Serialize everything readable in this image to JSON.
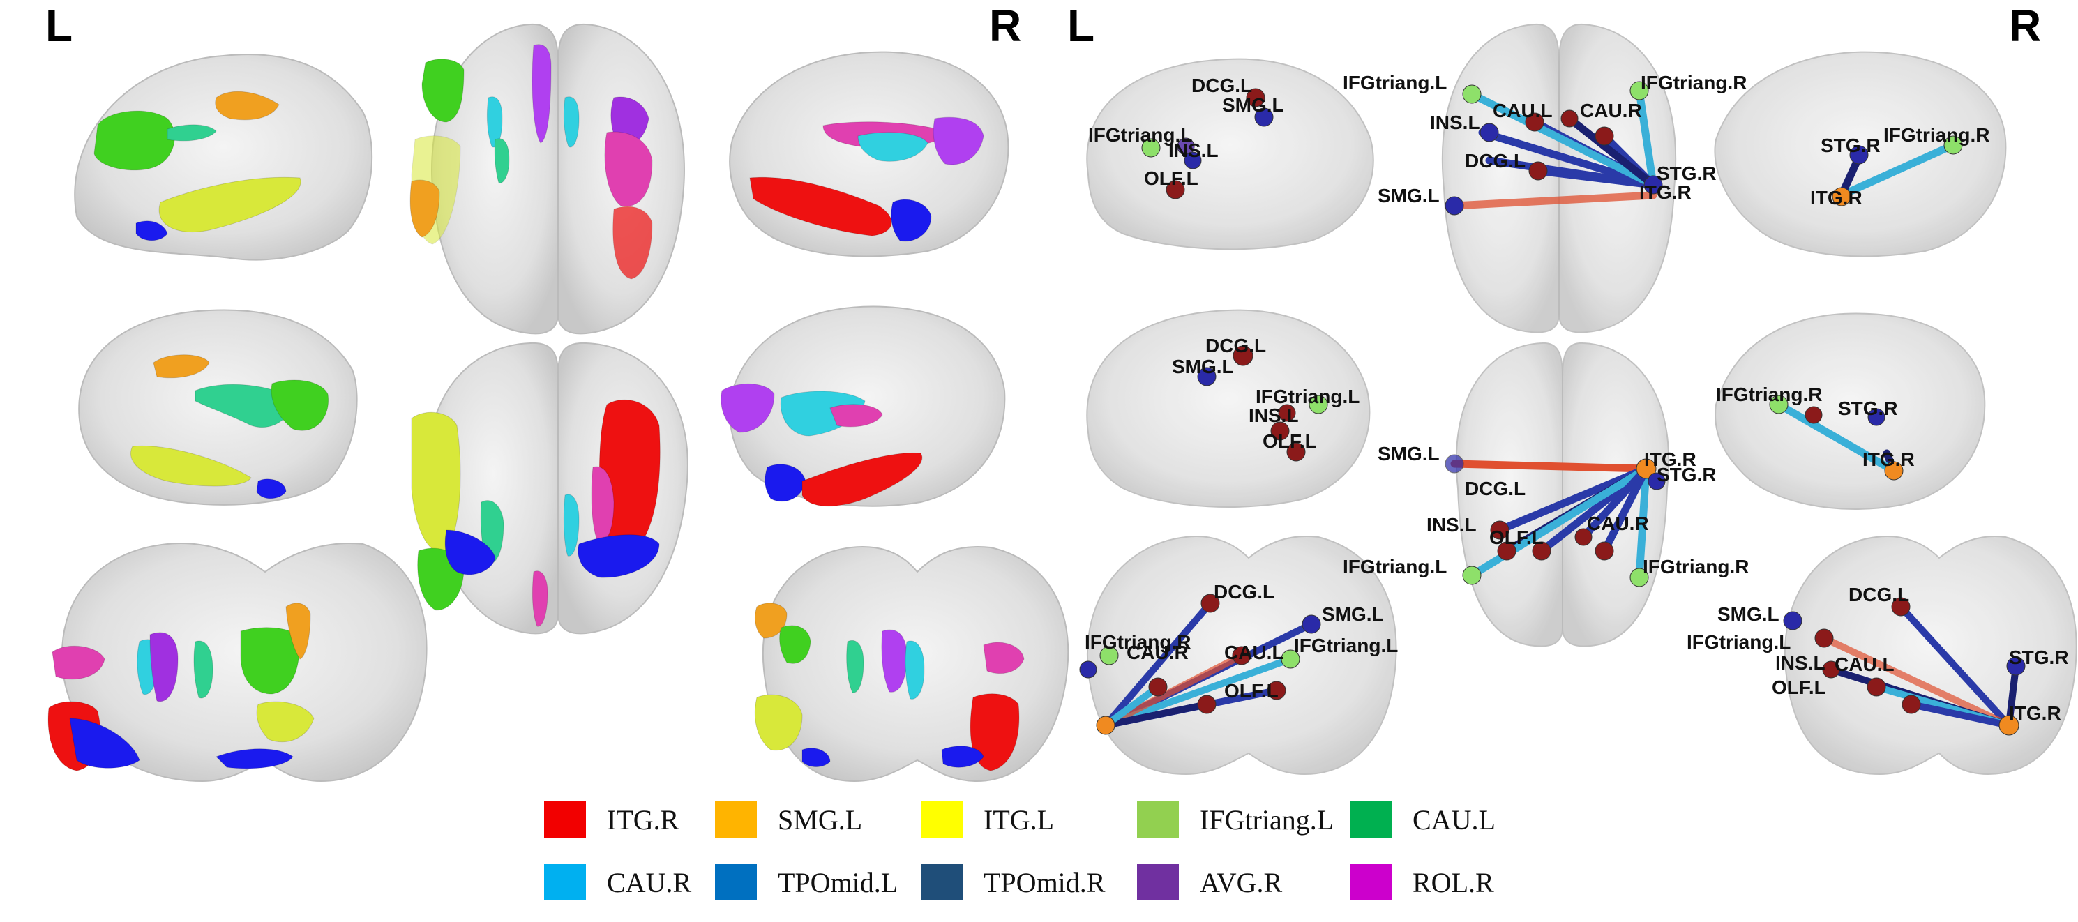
{
  "labels": {
    "left_a": "L",
    "right_a": "R",
    "left_b": "L",
    "right_b": "R"
  },
  "legend": [
    {
      "name": "ITG.R",
      "color": "#f20000"
    },
    {
      "name": "SMG.L",
      "color": "#ffb400"
    },
    {
      "name": "ITG.L",
      "color": "#ffff00"
    },
    {
      "name": "IFGtriang.L",
      "color": "#92d050"
    },
    {
      "name": "CAU.L",
      "color": "#00b050"
    },
    {
      "name": "CAU.R",
      "color": "#00b0f0"
    },
    {
      "name": "TPOmid.L",
      "color": "#0070c0"
    },
    {
      "name": "TPOmid.R",
      "color": "#1f4e79"
    },
    {
      "name": "AVG.R",
      "color": "#7030a0"
    },
    {
      "name": "ROL.R",
      "color": "#cc00cc"
    }
  ],
  "regions_view": {
    "colors": {
      "red": "#ee1111",
      "blue": "#1a1aee",
      "orange": "#f0a020",
      "yellow": "#d8e83a",
      "green": "#40d020",
      "teal": "#30d090",
      "cyan": "#30d0e0",
      "magenta": "#e040b0",
      "purple": "#a030e0",
      "violet": "#b040f0"
    }
  },
  "node_colors": {
    "red": "#8b1a1a",
    "blue": "#2a2aa8",
    "green": "#8ee06a",
    "orange": "#f08a20",
    "purple": "#6a4ab0"
  },
  "edge_colors": {
    "blue": "#2a3aa8",
    "cyan": "#3ab0d8",
    "red": "#e05030",
    "navy": "#1a2070"
  },
  "node_labels": {
    "p1": [
      "DCG.L",
      "SMG.L",
      "IFGtriang.L",
      "INS.L",
      "OLF.L"
    ],
    "p2": [
      "IFGtriang.L",
      "IFGtriang.R",
      "CAU.L",
      "CAU.R",
      "INS.L",
      "DCG.L",
      "SMG.L",
      "STG.R",
      "ITG.R"
    ],
    "p3": [
      "STG.R",
      "IFGtriang.R",
      "ITG.R"
    ],
    "p4": [
      "DCG.L",
      "SMG.L",
      "IFGtriang.L",
      "INS.L",
      "OLF.L"
    ],
    "p5": [
      "SMG.L",
      "ITG.R",
      "STG.R",
      "DCG.L",
      "INS.L",
      "OLF.L",
      "CAU.R",
      "IFGtriang.L",
      "IFGtriang.R"
    ],
    "p6": [
      "IFGtriang.R",
      "STG.R",
      "ITG.R"
    ],
    "p7": [
      "DCG.L",
      "SMG.L",
      "IFGtriang.R",
      "CAU.R",
      "CAU.L",
      "IFGtriang.L",
      "OLF.L"
    ],
    "p8": [
      "DCG.L",
      "SMG.L",
      "IFGtriang.L",
      "INS.L",
      "CAU.L",
      "OLF.L",
      "STG.R",
      "ITG.R"
    ]
  }
}
